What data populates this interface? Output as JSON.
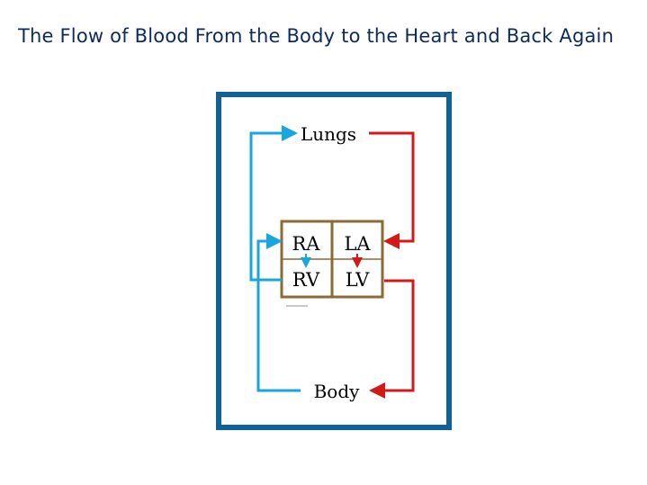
{
  "title": "The Flow of Blood From the Body to the Heart and Back Again",
  "colors": {
    "frame": "#0e6394",
    "heart_border": "#8b6a35",
    "deoxygenated": "#17a6de",
    "oxygenated": "#d01a1a",
    "title": "#0d2a5c"
  },
  "labels": {
    "lungs": "Lungs",
    "body": "Body",
    "ra": "RA",
    "la": "LA",
    "rv": "RV",
    "lv": "LV"
  }
}
